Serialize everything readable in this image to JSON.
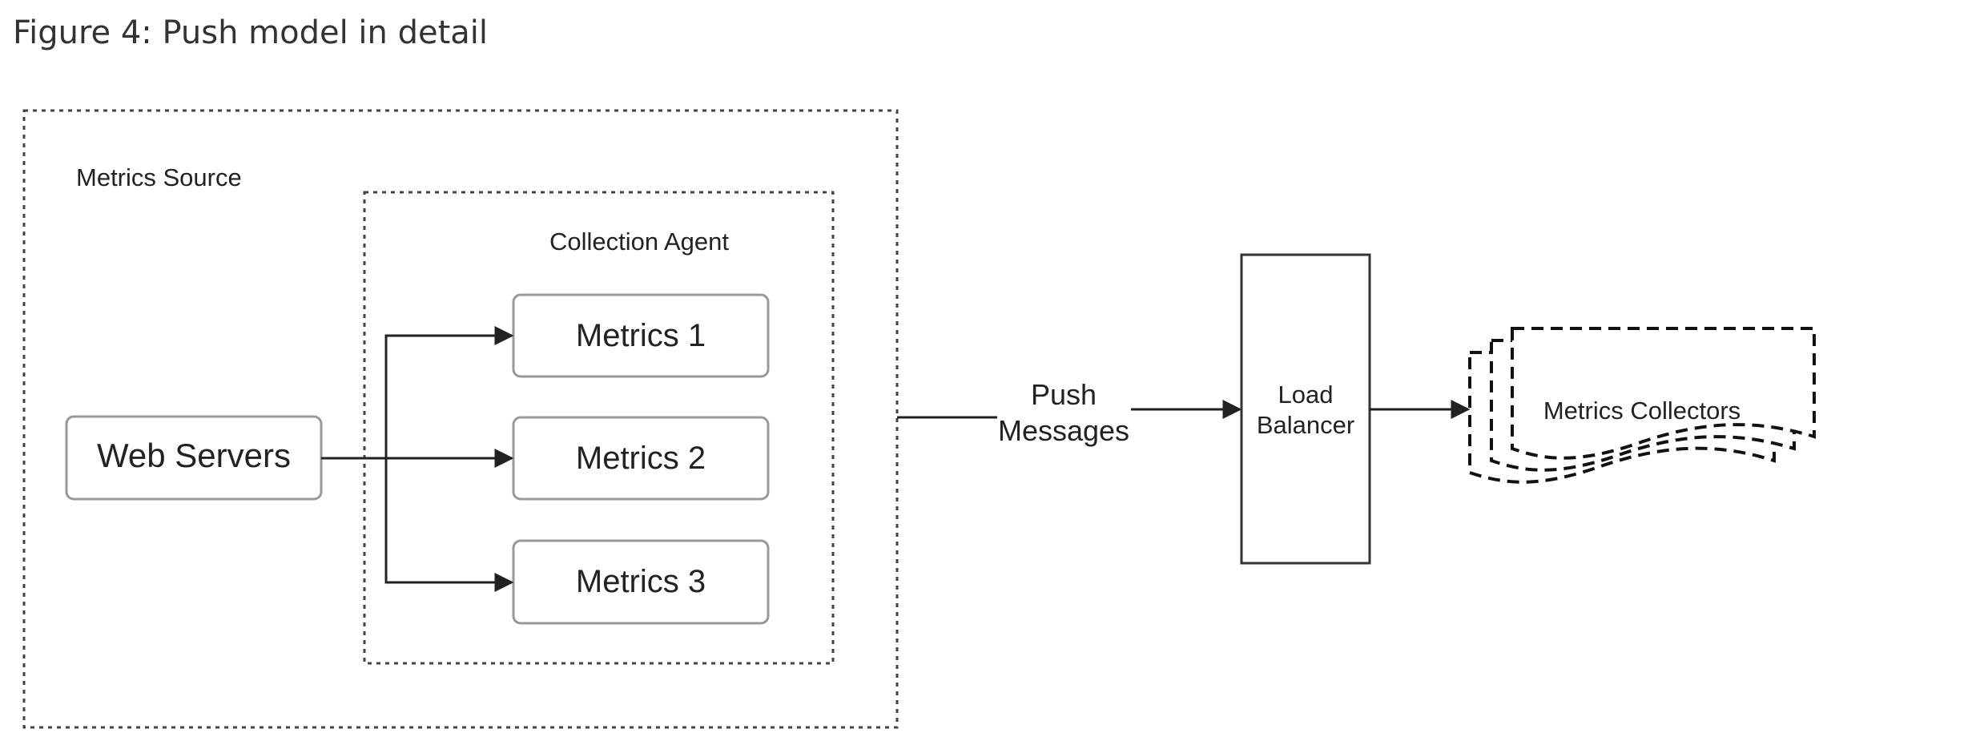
{
  "caption": "Figure 4: Push model in detail",
  "diagram": {
    "metrics_source_label": "Metrics Source",
    "collection_agent_label": "Collection Agent",
    "web_servers_label": "Web Servers",
    "metrics": [
      "Metrics 1",
      "Metrics 2",
      "Metrics 3"
    ],
    "push_messages_line1": "Push",
    "push_messages_line2": "Messages",
    "load_balancer_line1": "Load",
    "load_balancer_line2": "Balancer",
    "metrics_collectors_label": "Metrics Collectors"
  }
}
